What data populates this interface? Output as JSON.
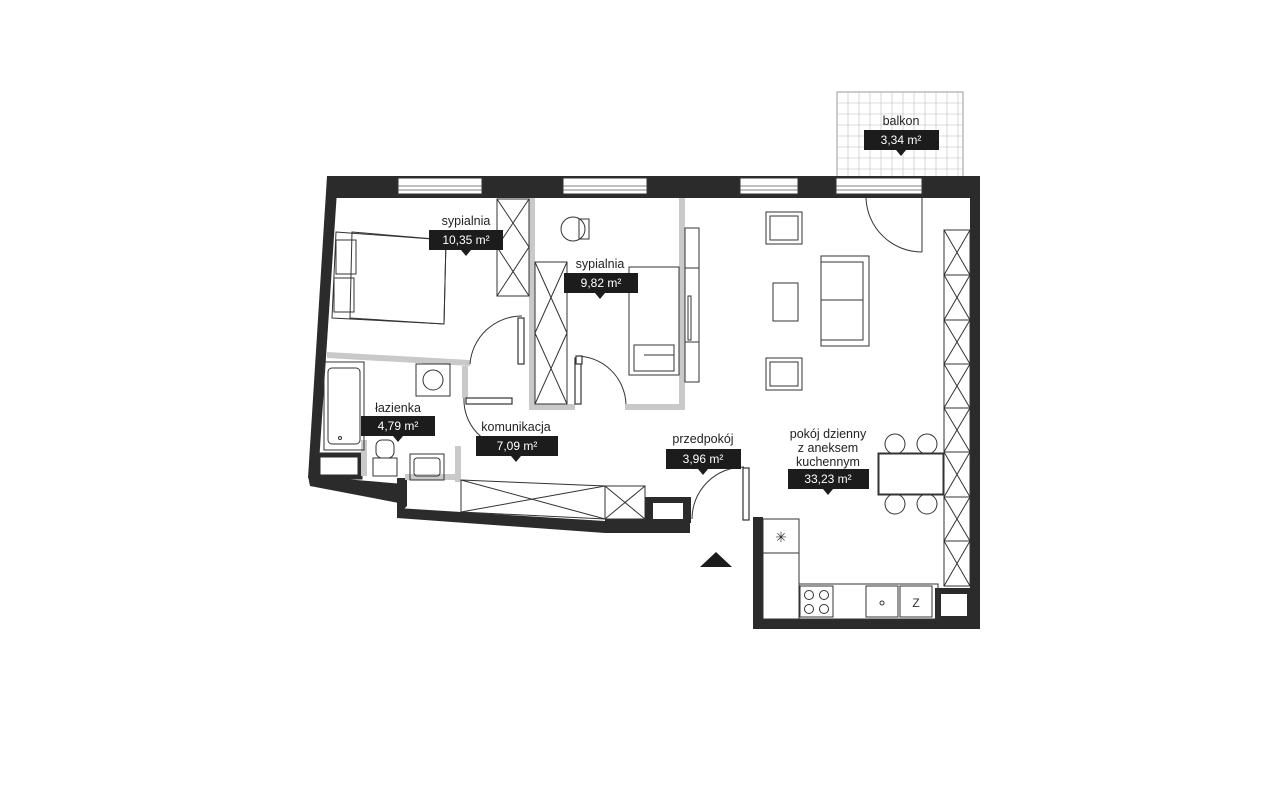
{
  "plan": {
    "rooms": [
      {
        "id": "bedroom-1",
        "name": "sypialnia",
        "area": "10,35 m²"
      },
      {
        "id": "bedroom-2",
        "name": "sypialnia",
        "area": "9,82 m²"
      },
      {
        "id": "balcony",
        "name": "balkon",
        "area": "3,34 m²"
      },
      {
        "id": "bathroom",
        "name": "łazienka",
        "area": "4,79 m²"
      },
      {
        "id": "hallway",
        "name": "komunikacja",
        "area": "7,09 m²"
      },
      {
        "id": "entrance",
        "name": "przedpokój",
        "area": "3,96 m²"
      },
      {
        "id": "living",
        "name_lines": [
          "pokój dzienny",
          "z aneksem",
          "kuchennym"
        ],
        "area": "33,23 m²"
      }
    ],
    "colors": {
      "wall": "#2b2b2b",
      "partition": "#c9c9c9",
      "label_bg": "#1c1c1c",
      "label_text": "#ffffff"
    },
    "icons": [
      "entrance-arrow-icon",
      "bed-icon",
      "bathtub-icon",
      "toilet-icon",
      "sink-icon",
      "stove-icon",
      "sofa-icon",
      "dining-table-icon",
      "wardrobe-icon",
      "fridge-icon"
    ]
  }
}
